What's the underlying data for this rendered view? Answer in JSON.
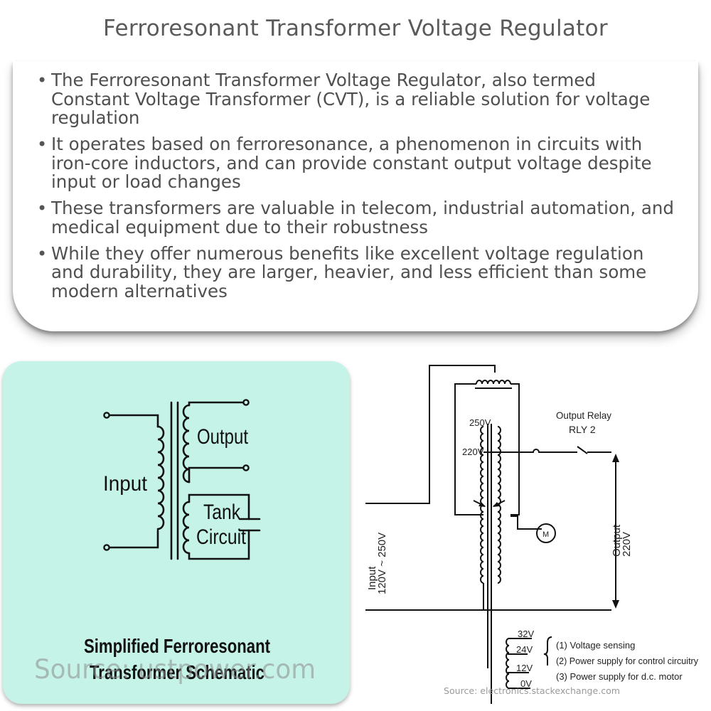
{
  "title": "Ferroresonant Transformer Voltage Regulator",
  "bullets": [
    "The Ferroresonant Transformer Voltage Regulator, also termed Constant Voltage Transformer (CVT), is a reliable solution for voltage regulation",
    "It operates based on ferroresonance, a phenomenon in circuits with iron-core inductors, and can provide constant output voltage despite input or load changes",
    "These transformers are valuable in telecom, industrial automation, and medical equipment due to their robustness",
    "While they offer numerous benefits like excellent voltage regulation and durability, they are larger, heavier, and less efficient than some modern alternatives"
  ],
  "left_diagram": {
    "input_label": "Input",
    "output_label": "Output",
    "tank_label_1": "Tank",
    "tank_label_2": "Circuit",
    "caption_1": "Simplified Ferroresonant",
    "caption_2": "Transformer Schematic",
    "source": "Source: ustpower.com"
  },
  "right_diagram": {
    "tap_250": "250V",
    "tap_220": "220V",
    "relay_1": "Output Relay",
    "relay_2": "RLY 2",
    "motor": "M",
    "output_1": "Output",
    "output_2": "220V",
    "input_1": "Input",
    "input_2": "120V ~ 250V",
    "tap_32": "32V",
    "tap_24": "24V",
    "tap_12": "12V",
    "tap_0": "0V",
    "note_1": "(1) Voltage sensing",
    "note_2": "(2) Power supply for control circuitry",
    "note_3": "(3) Power supply for d.c. motor",
    "source": "Source: electronics.stackexchange.com"
  },
  "colors": {
    "panel_background": "#c5f3e8",
    "text": "#4a4a4a"
  }
}
